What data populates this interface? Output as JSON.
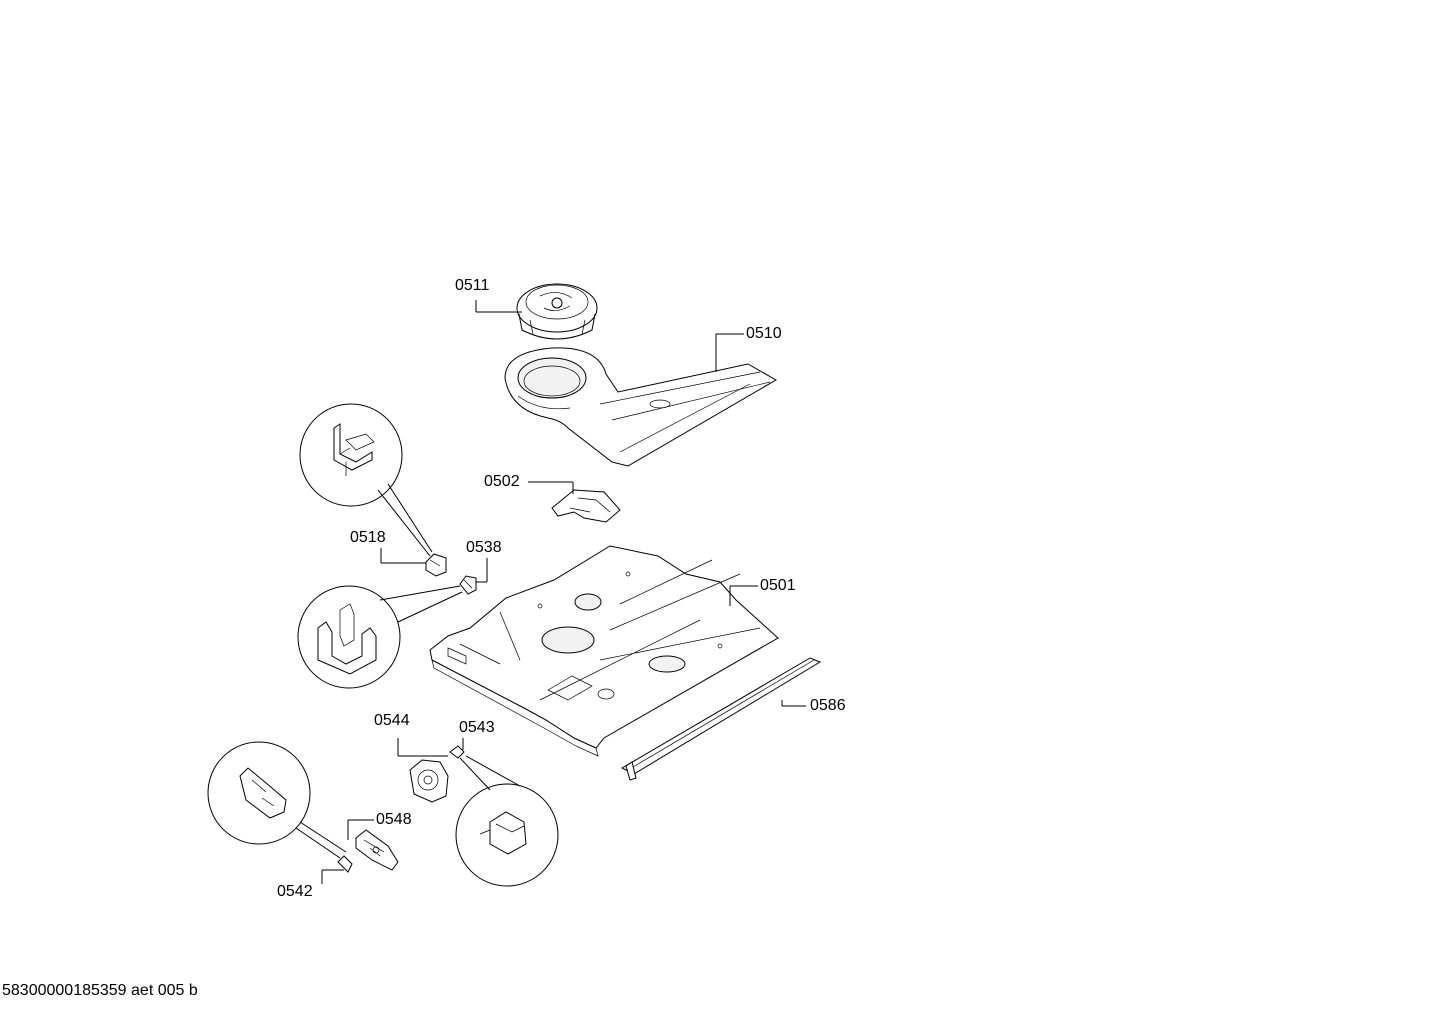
{
  "diagram": {
    "part_labels": {
      "p0511": "0511",
      "p0510": "0510",
      "p0502": "0502",
      "p0518": "0518",
      "p0538": "0538",
      "p0501": "0501",
      "p0586": "0586",
      "p0544": "0544",
      "p0543": "0543",
      "p0548": "0548",
      "p0542": "0542"
    },
    "footer_code": "58300000185359 aet 005 b"
  }
}
